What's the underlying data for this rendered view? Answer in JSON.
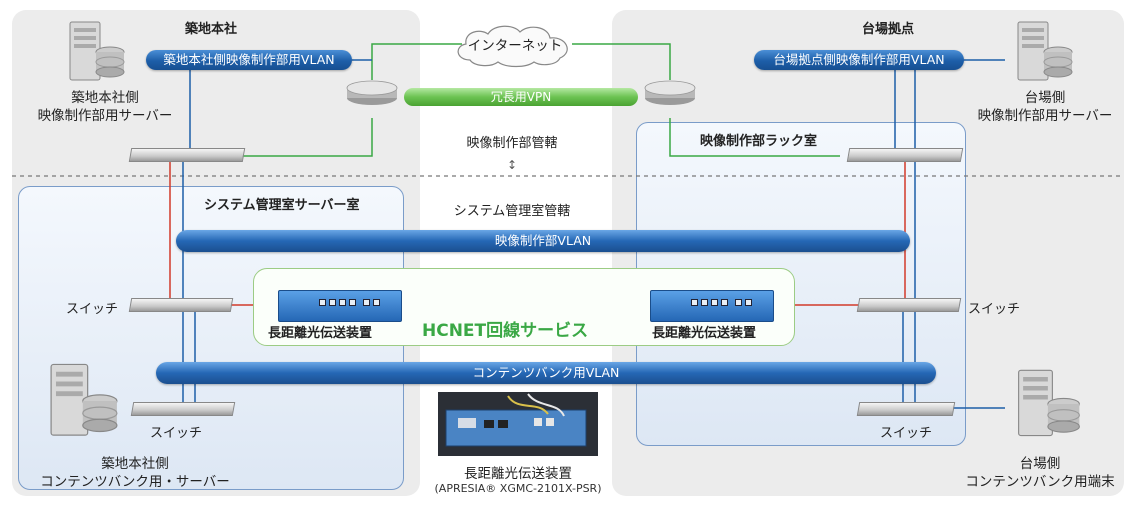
{
  "sites": {
    "left_title": "築地本社",
    "right_title": "台場拠点"
  },
  "internet": "インターネット",
  "vpn": "冗長用VPN",
  "vlans": {
    "left_top": "築地本社側映像制作部用VLAN",
    "right_top": "台場拠点側映像制作部用VLAN",
    "video": "映像制作部VLAN",
    "content": "コンテンツバンク用VLAN"
  },
  "jurisdiction": {
    "top": "映像制作部管轄",
    "arrow": "↕",
    "bottom": "システム管理室管轄"
  },
  "rooms": {
    "left": "システム管理室サーバー室",
    "right": "映像制作部ラック室"
  },
  "servers": {
    "left_top_line1": "築地本社側",
    "left_top_line2": "映像制作部用サーバー",
    "right_top_line1": "台場側",
    "right_top_line2": "映像制作部用サーバー",
    "left_bottom_line1": "築地本社側",
    "left_bottom_line2": "コンテンツバンク用・サーバー",
    "right_bottom_line1": "台場側",
    "right_bottom_line2": "コンテンツバンク用端末"
  },
  "switches": {
    "left_mid": "スイッチ",
    "right_mid": "スイッチ",
    "left_bottom": "スイッチ",
    "right_bottom": "スイッチ"
  },
  "hcnet": {
    "service": "HCNET回線サービス",
    "device_left": "長距離光伝送装置",
    "device_right": "長距離光伝送装置"
  },
  "photo": {
    "caption": "長距離光伝送装置",
    "model": "(APRESIA® XGMC-2101X-PSR)"
  },
  "colors": {
    "vlan_blue": "#1d5ea8",
    "vpn_green": "#6cc352",
    "red_link": "#d23a2a",
    "green_link": "#3aa845",
    "panel_blue_border": "#7a9cc9"
  }
}
